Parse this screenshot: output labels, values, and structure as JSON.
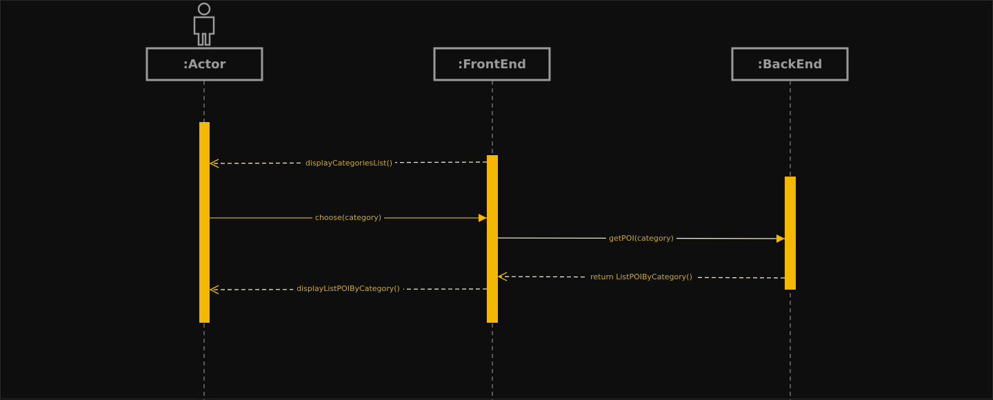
{
  "participants": [
    {
      "id": "actor",
      "label": ":Actor",
      "has_actor_icon": true
    },
    {
      "id": "frontend",
      "label": ":FrontEnd",
      "has_actor_icon": false
    },
    {
      "id": "backend",
      "label": ":BackEnd",
      "has_actor_icon": false
    }
  ],
  "messages": [
    {
      "label": "displayCategoriesList()",
      "from": "frontend",
      "to": "actor",
      "style": "dashed"
    },
    {
      "label": "choose(category)",
      "from": "actor",
      "to": "frontend",
      "style": "solid"
    },
    {
      "label": "getPOI(category)",
      "from": "frontend",
      "to": "backend",
      "style": "solid"
    },
    {
      "label": "return ListPOIByCategory()",
      "from": "backend",
      "to": "frontend",
      "style": "dashed"
    },
    {
      "label": "displayListPOIByCategory()",
      "from": "frontend",
      "to": "actor",
      "style": "dashed"
    }
  ],
  "colors": {
    "background": "#0e0e0e",
    "box_border": "#9a9a9a",
    "box_text": "#9a9a9a",
    "lifeline": "#8a8a8a",
    "activation": "#f5b800",
    "message_line": "#c9a83a",
    "message_text": "#c9a83a"
  }
}
